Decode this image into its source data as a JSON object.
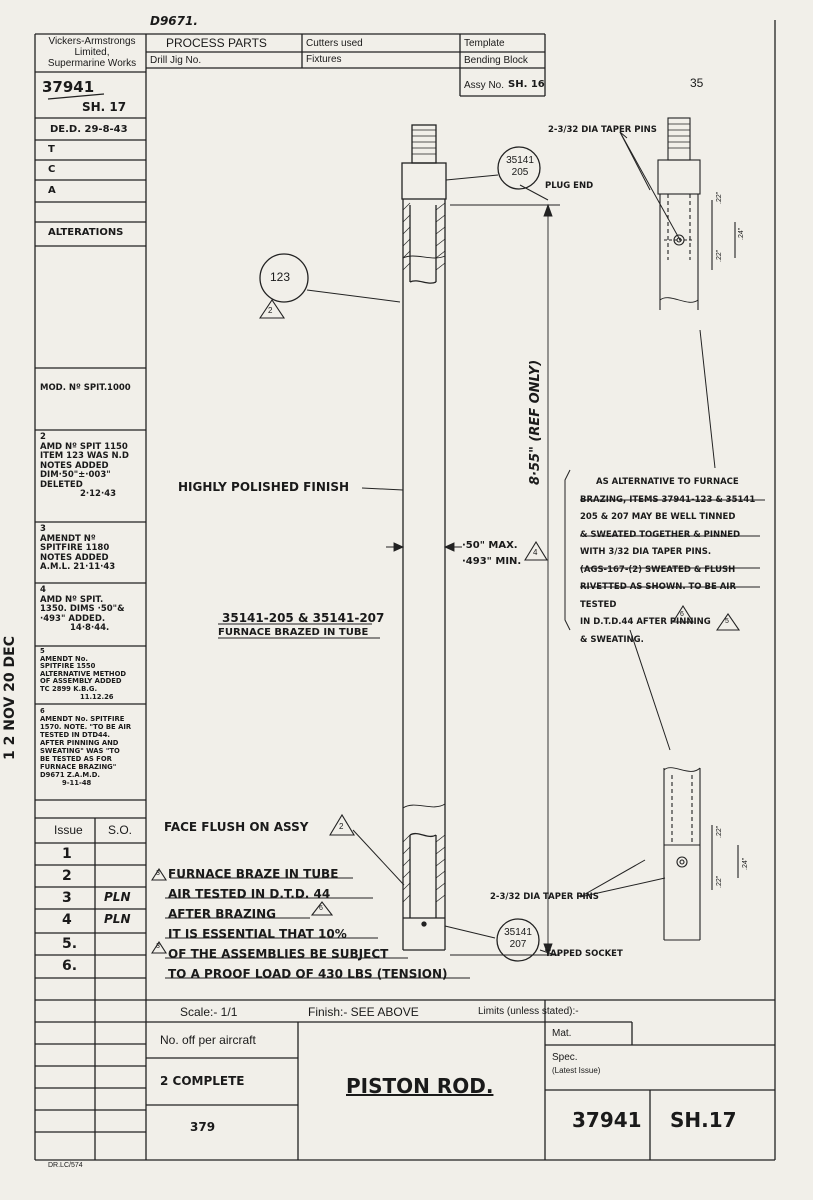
{
  "stamp_top": "D9671.",
  "header": {
    "company": [
      "Vickers-Armstrongs",
      "Limited,",
      "Supermarine Works"
    ],
    "process": "PROCESS PARTS",
    "cutters": "Cutters used",
    "template": "Template",
    "drill_jig": "Drill Jig No.",
    "fixtures": "Fixtures",
    "bending_block": "Bending Block",
    "assy_no_label": "Assy No.",
    "assy_no": "SH. 16",
    "page_no": "35"
  },
  "left_panel": {
    "part_no": "37941",
    "sheet": "SH. 17",
    "de_d": "DE.D. 29-8-43",
    "t": "T",
    "c": "C",
    "a": "A",
    "alterations": "ALTERATIONS",
    "mod": "MOD. Nº SPIT.1000",
    "amend2": [
      "2",
      "AMD Nº SPIT 1150",
      "ITEM 123 WAS N.D",
      "NOTES ADDED",
      "DIM·50\"±·003\"",
      "DELETED",
      "2·12·43"
    ],
    "amend3": [
      "3",
      "AMENDT Nº",
      "SPITFIRE 1180",
      "NOTES ADDED",
      "A.M.L. 21·11·43"
    ],
    "amend4": [
      "4",
      "AMD Nº SPIT.",
      "1350. DIMS ·50\"&",
      "·493\" ADDED.",
      "14·8·44."
    ],
    "amend5": [
      "5",
      "AMENDT No.",
      "SPITFIRE 1550",
      "ALTERNATIVE METHOD",
      "OF ASSEMBLY ADDED",
      "TC 2899 K.B.G.",
      "11.12.26"
    ],
    "amend6": [
      "6",
      "AMENDT No. SPITFIRE",
      "1570. NOTE. \"TO BE AIR",
      "TESTED IN DTD44.",
      "AFTER PINNING AND",
      "SWEATING\" WAS \"TO",
      "BE TESTED AS FOR",
      "FURNACE BRAZING\"",
      "D9671 Z.A.M.D.",
      "9-11-48"
    ],
    "side_stamp": "1 2 NOV 20 DEC",
    "issue_label": "Issue",
    "so_label": "S.O.",
    "issues": [
      "1",
      "2",
      "3",
      "4",
      "5.",
      "6."
    ],
    "so_initials": [
      "",
      "",
      "PLN",
      "PLN",
      "",
      ""
    ]
  },
  "drawing": {
    "item_123": "123",
    "item_205": [
      "35141",
      "205"
    ],
    "item_207": [
      "35141",
      "207"
    ],
    "plug_end": "PLUG END",
    "tapped_socket": "TAPPED SOCKET",
    "taper_pins_top": "2-3/32 DIA TAPER PINS",
    "taper_pins_bottom": "2-3/32 DIA TAPER PINS",
    "ref_dim": "8·55\" (REF ONLY)",
    "polished": "HIGHLY POLISHED FINISH",
    "dia_max": "·50\" MAX.",
    "dia_min": "·493\" MIN.",
    "furnace_title": "35141-205 & 35141-207",
    "furnace_sub": "FURNACE BRAZED IN TUBE",
    "face_flush": "FACE FLUSH ON ASSY",
    "notes": [
      "FURNACE BRAZE IN TUBE",
      "AIR TESTED IN D.T.D. 44",
      "AFTER BRAZING",
      "IT IS ESSENTIAL THAT 10%",
      "OF THE ASSEMBLIES BE SUBJECT",
      "TO A PROOF LOAD OF 430 LBS (TENSION)"
    ],
    "alternative": [
      "AS ALTERNATIVE TO FURNACE",
      "BRAZING, ITEMS 37941-123 & 35141",
      "205 & 207 MAY BE WELL TINNED",
      "& SWEATED TOGETHER & PINNED",
      "WITH 3/32 DIA TAPER PINS.",
      "(AGS-167-(2) SWEATED & FLUSH",
      "RIVETTED AS SHOWN. TO BE AIR TESTED",
      "IN D.T.D.44 AFTER PINNING",
      "& SWEATING."
    ],
    "dims_small": [
      ".22\"",
      ".24\"",
      ".22\""
    ],
    "tri_2": "2",
    "tri_3": "3",
    "tri_4": "4",
    "tri_5": "5",
    "tri_6": "6"
  },
  "title_block": {
    "scale": "Scale:- 1/1",
    "finish": "Finish:- SEE ABOVE",
    "limits": "Limits (unless stated):-",
    "no_off": "No. off per aircraft",
    "qty": "2 COMPLETE",
    "num": "379",
    "title": "PISTON ROD.",
    "mat": "Mat.",
    "spec": "Spec.",
    "latest_issue": "(Latest Issue)",
    "drawing_no": "37941",
    "sheet": "SH.17",
    "footer": "DR.LC/574"
  }
}
